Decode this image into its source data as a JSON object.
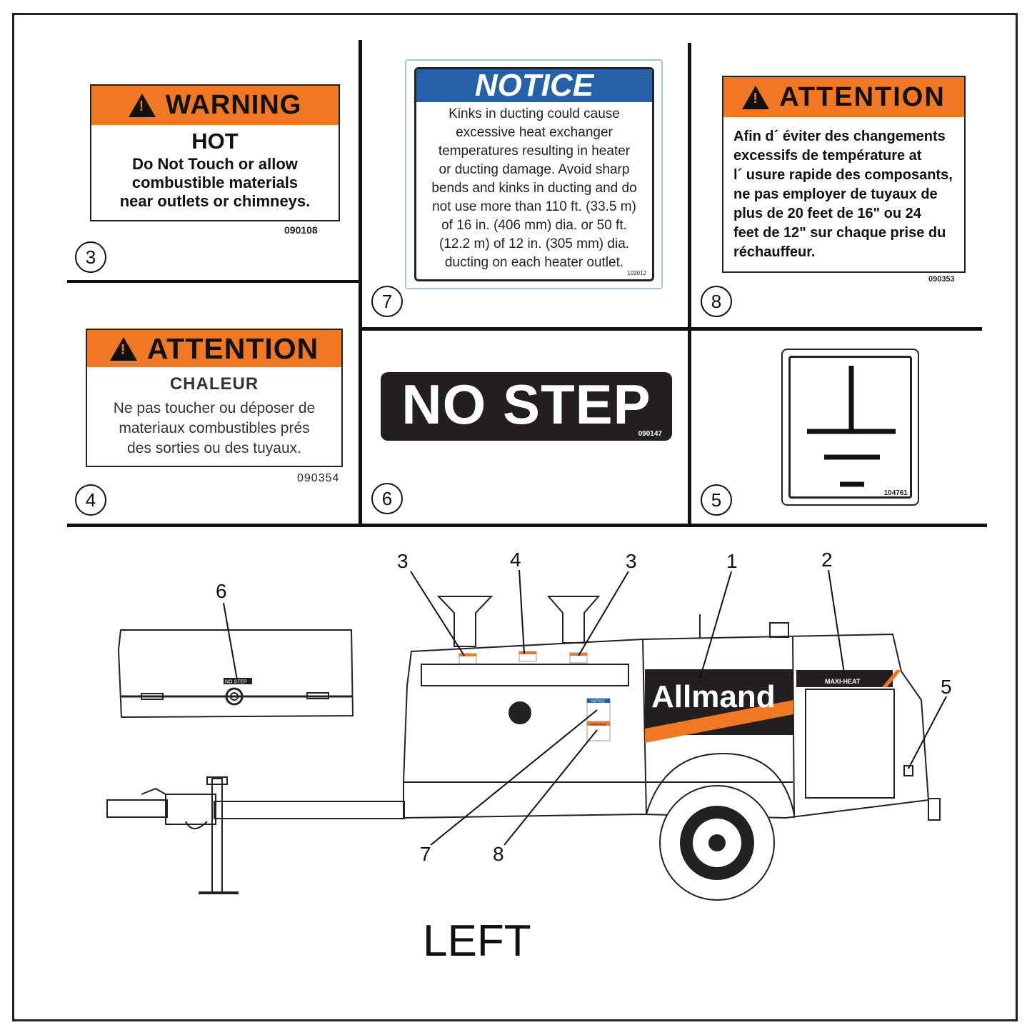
{
  "labels": {
    "warning": {
      "header": "WARNING",
      "title": "HOT",
      "lines": [
        "Do Not Touch or allow",
        "combustible materials",
        "near outlets or chimneys."
      ],
      "code": "090108",
      "number": "3"
    },
    "attention_fr": {
      "header": "ATTENTION",
      "title": "CHALEUR",
      "lines": [
        "Ne pas toucher ou déposer de",
        "materiaux combustibles prés",
        "des sorties ou des tuyaux."
      ],
      "code": "090354",
      "number": "4"
    },
    "notice": {
      "header": "NOTICE",
      "lines": [
        "Kinks in ducting could cause",
        "excessive heat exchanger",
        "temperatures resulting in heater",
        "or ducting damage. Avoid sharp",
        "bends and kinks in ducting and do",
        "not use more than 110 ft. (33.5 m)",
        "of 16 in. (406 mm) dia. or 50 ft.",
        "(12.2 m) of 12 in. (305 mm) dia.",
        "ducting on each heater outlet."
      ],
      "code": "102012",
      "number": "7"
    },
    "attention_long": {
      "header": "ATTENTION",
      "lines": [
        "Afin d´ éviter des changements",
        "excessifs de température at",
        "l´ usure rapide des composants,",
        "ne pas employer de tuyaux de",
        "plus de 20 feet de 16\" ou 24",
        "feet de 12\" sur chaque prise du",
        "réchauffeur."
      ],
      "code": "090353",
      "number": "8"
    },
    "no_step": {
      "text": "NO STEP",
      "code": "090147",
      "number": "6"
    },
    "ground": {
      "code": "104761",
      "number": "5"
    }
  },
  "diagram": {
    "callouts": [
      "3",
      "4",
      "3",
      "1",
      "2",
      "5",
      "6",
      "7",
      "8"
    ],
    "brand": "Allmand",
    "model_badge": "MAXI-HEAT",
    "lid_label": "NO STEP",
    "mini_notice": "NOTICE",
    "mini_attention": "ATTENTION",
    "view_label": "LEFT"
  },
  "colors": {
    "orange": "#f07823",
    "notice_blue": "#2461a8",
    "dark": "#231f20"
  }
}
